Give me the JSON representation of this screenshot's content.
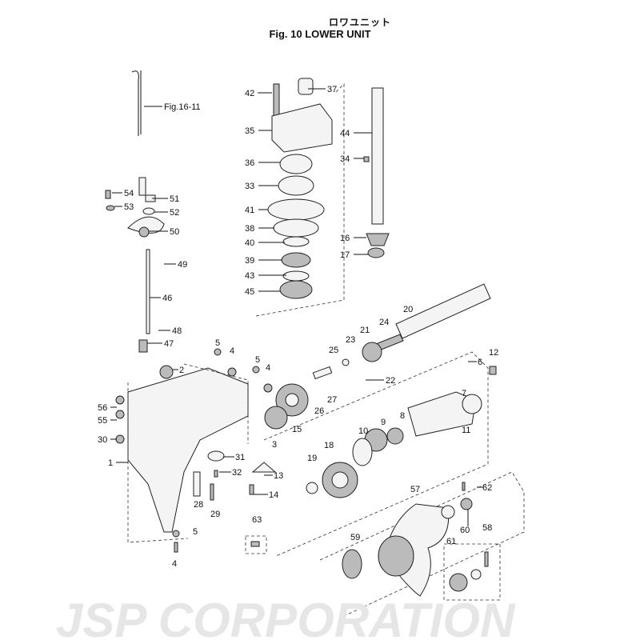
{
  "header": {
    "title_jp": "ロワユニット",
    "title": "Fig. 10   LOWER UNIT"
  },
  "watermark": "JSP CORPORATION",
  "callouts": {
    "fig_ref": "Fig.16-11",
    "p42": "42",
    "p37": "37",
    "p35": "35",
    "p44": "44",
    "p36": "36",
    "p34": "34",
    "p33": "33",
    "p41": "41",
    "p38": "38",
    "p40": "40",
    "p39": "39",
    "p43": "43",
    "p45": "45",
    "p16": "16",
    "p17": "17",
    "p54": "54",
    "p51": "51",
    "p53": "53",
    "p52": "52",
    "p50": "50",
    "p49": "49",
    "p46": "46",
    "p48": "48",
    "p47": "47",
    "p2": "2",
    "p5a": "5",
    "p4a": "4",
    "p5b": "5",
    "p4b": "4",
    "p56": "56",
    "p55": "55",
    "p30": "30",
    "p1": "1",
    "p3": "3",
    "p31": "31",
    "p32": "32",
    "p13": "13",
    "p14": "14",
    "p28": "28",
    "p29": "29",
    "p5c": "5",
    "p4c": "4",
    "p63": "63",
    "p25": "25",
    "p23": "23",
    "p21": "21",
    "p24": "24",
    "p20": "20",
    "p22": "22",
    "p27": "27",
    "p26": "26",
    "p15": "15",
    "p6": "6",
    "p12": "12",
    "p7": "7",
    "p8": "8",
    "p9": "9",
    "p10": "10",
    "p11": "11",
    "p18": "18",
    "p19": "19",
    "p57": "57",
    "p62": "62",
    "p60": "60",
    "p61": "61",
    "p58": "58",
    "p59": "59"
  }
}
